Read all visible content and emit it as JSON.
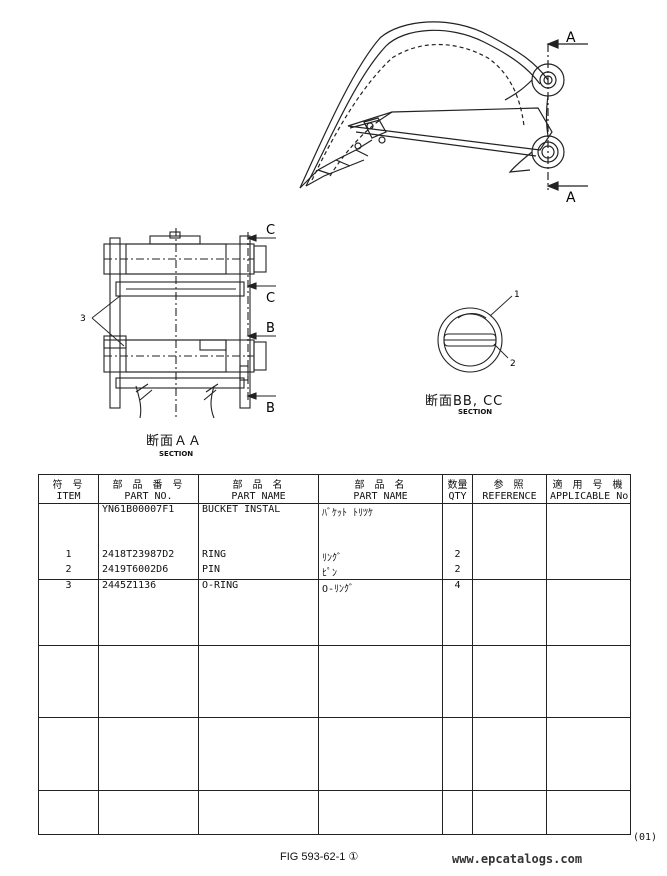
{
  "drawing": {
    "section_markers": {
      "a_top": "A",
      "a_bottom": "A",
      "c_top": "C",
      "c_bottom": "C",
      "b_top": "B",
      "b_bottom": "B"
    },
    "section_aa": {
      "title": "断面ＡＡ",
      "subtitle": "SECTION"
    },
    "section_bbcc": {
      "title": "断面BB, CC",
      "subtitle": "SECTION"
    },
    "callouts": {
      "c1": "1",
      "c2": "2",
      "c3": "3"
    }
  },
  "table": {
    "headers_jp": [
      "符 号",
      "部 品 番 号",
      "部 品 名",
      "部 品 名",
      "数量",
      "参 照",
      "適 用 号 機"
    ],
    "headers_en": [
      "ITEM",
      "PART NO.",
      "PART NAME",
      "PART NAME",
      "QTY",
      "REFERENCE",
      "APPLICABLE No."
    ],
    "assembly": {
      "item": "",
      "part_no": "YN61B00007F1",
      "name_en": "BUCKET INSTAL",
      "name_jp": "ﾊﾞｹｯﾄ ﾄﾘﾂｹ",
      "qty": ""
    },
    "rows": [
      {
        "item": "1",
        "part_no": "2418T23987D2",
        "name_en": "RING",
        "name_jp": "ﾘﾝｸﾞ",
        "qty": "2"
      },
      {
        "item": "2",
        "part_no": "2419T6002D6",
        "name_en": "PIN",
        "name_jp": "ﾋﾟﾝ",
        "qty": "2"
      },
      {
        "item": "3",
        "part_no": "2445Z1136",
        "name_en": "O-RING",
        "name_jp": "O-ﾘﾝｸﾞ",
        "qty": "4"
      }
    ]
  },
  "footer": {
    "page_code": "(01)",
    "figure": "FIG 593-62-1 ①",
    "watermark": "www.epcatalogs.com"
  }
}
